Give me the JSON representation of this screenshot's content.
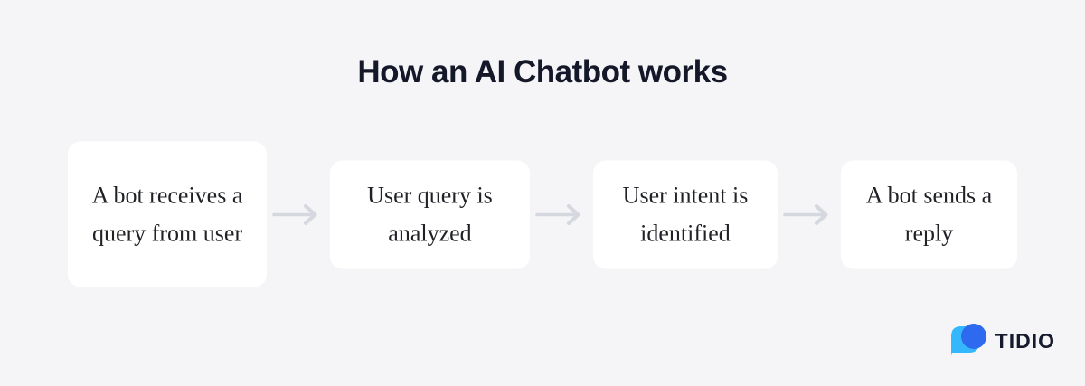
{
  "page": {
    "title": "How an AI Chatbot works"
  },
  "flow": {
    "steps": [
      {
        "label": "A bot receives a query from user"
      },
      {
        "label": "User query is analyzed"
      },
      {
        "label": "User intent is identified"
      },
      {
        "label": "A bot sends a reply"
      }
    ]
  },
  "branding": {
    "logo_text": "TIDIO",
    "logo_icon": "tidio-chat-bubbles-icon"
  },
  "icons": {
    "arrow": "arrow-right-icon"
  },
  "colors": {
    "background": "#f5f5f7",
    "card": "#ffffff",
    "arrow": "#d5d9df",
    "title_text": "#141829",
    "step_text": "#1f2126",
    "logo_text": "#151a2d",
    "logo_bubble_light": "#35b7fe",
    "logo_bubble_dark": "#2d6af0"
  }
}
